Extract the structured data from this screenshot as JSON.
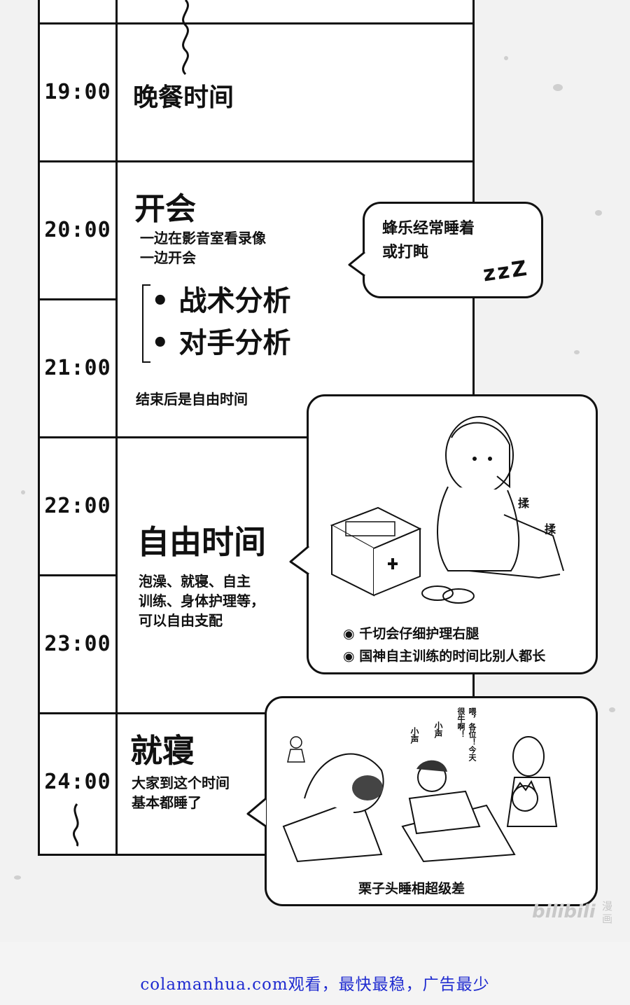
{
  "schedule": {
    "rows": [
      {
        "time": "19:00",
        "title": "晚餐时间"
      },
      {
        "time": "20:00",
        "title": "开会"
      },
      {
        "time": "21:00"
      },
      {
        "time": "22:00",
        "title": "自由时间"
      },
      {
        "time": "23:00"
      },
      {
        "time": "24:00",
        "title": "就寝"
      }
    ],
    "meeting_desc_1": "一边在影音室看录像",
    "meeting_desc_2": "一边开会",
    "bullet_1": "• 战术分析",
    "bullet_2": "• 对手分析",
    "after_meeting": "结束后是自由时间",
    "free_desc_1": "泡澡、就寝、自主",
    "free_desc_2": "训练、身体护理等，",
    "free_desc_3": "可以自由支配",
    "sleep_desc_1": "大家到这个时间",
    "sleep_desc_2": "基本都睡了"
  },
  "bubbles": {
    "bee_line1": "蜂乐经常睡着",
    "bee_line2": "或打盹",
    "bee_zzz": "zzZ",
    "free_caption_1": "◉ 千切会仔细护理右腿",
    "free_caption_2": "◉ 国神自主训练的时间比别人都长",
    "free_sfx_1": "揉",
    "free_sfx_2": "揉",
    "sleep_caption": "栗子头睡相超级差",
    "sleep_sfx_1": "小声",
    "sleep_sfx_2": "小声",
    "sleep_speech": "喂，各位！今天很牛啊！"
  },
  "watermark": {
    "logo": "bilibili",
    "sub": "漫画"
  },
  "footer": {
    "text": "colamanhua.com观看，最快最稳，广告最少"
  }
}
